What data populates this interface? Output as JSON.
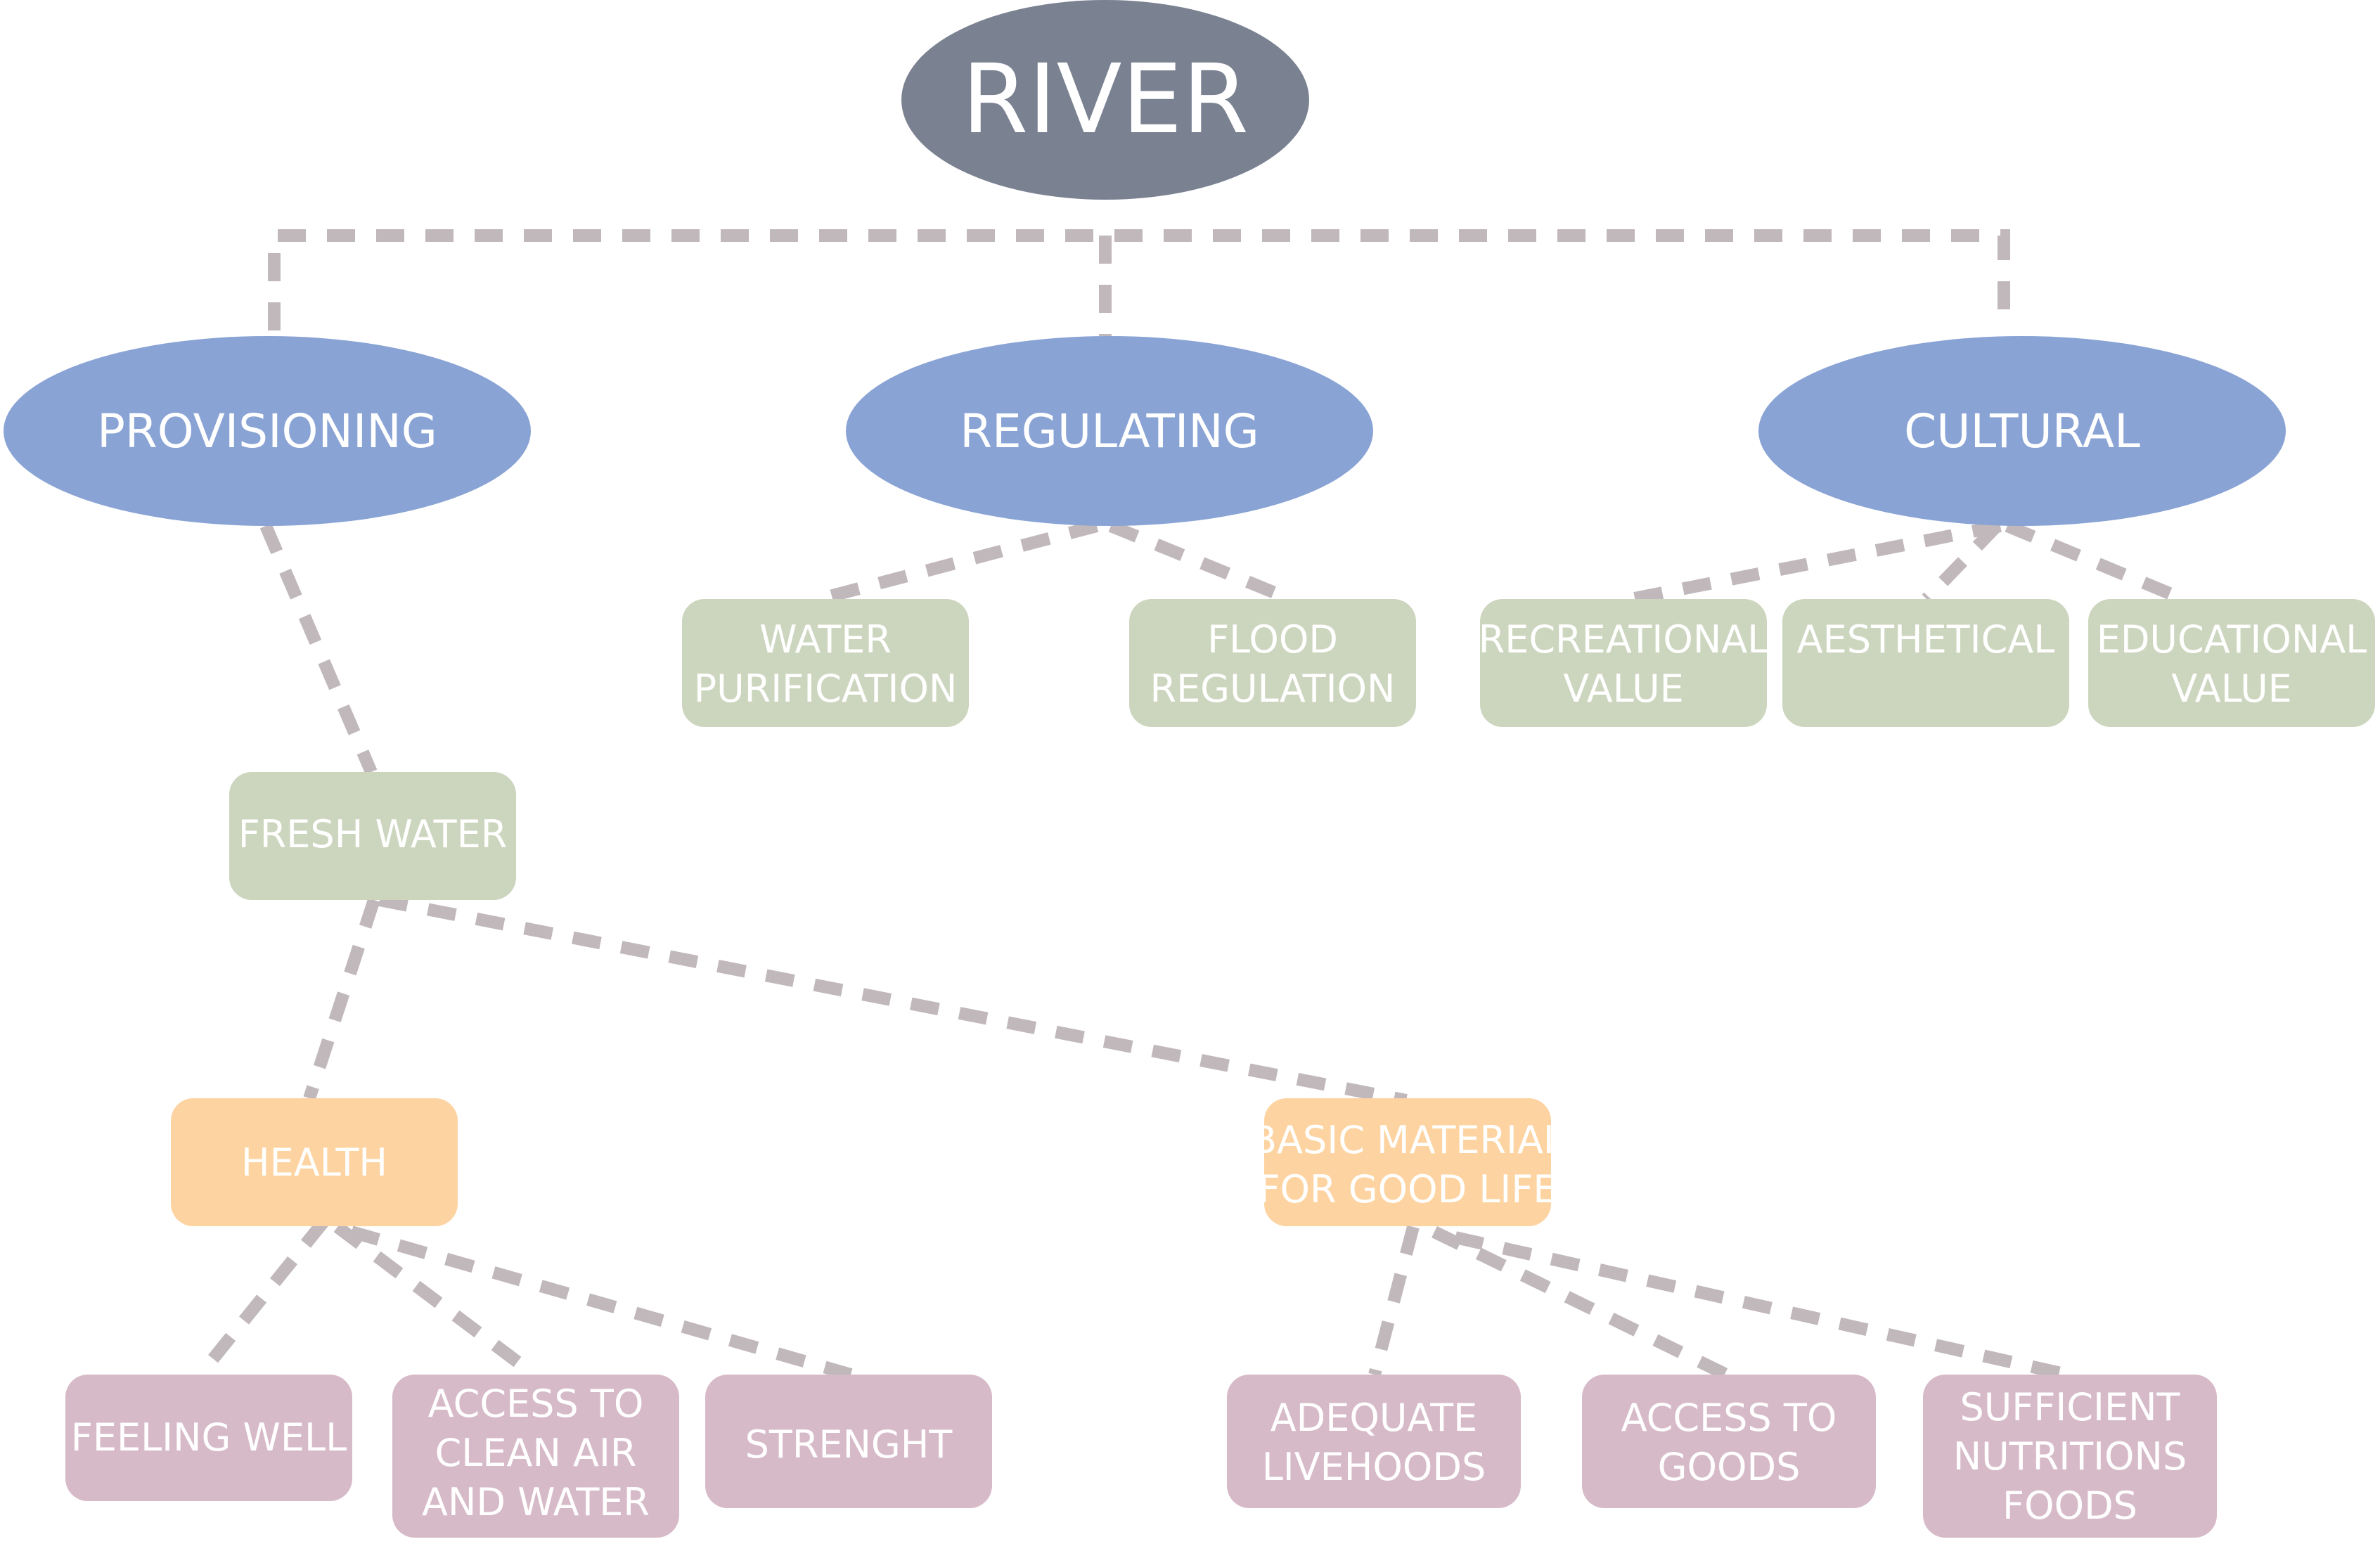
{
  "colors": {
    "root": "#7a8191",
    "category": "#89a3d5",
    "service": "#ccd6be",
    "benefit": "#fdd4a1",
    "outcome": "#d7bac8",
    "connector": "#c1b8bb"
  },
  "root": {
    "label": "RIVER"
  },
  "categories": [
    {
      "label": "PROVISIONING"
    },
    {
      "label": "REGULATING"
    },
    {
      "label": "CULTURAL"
    }
  ],
  "services": [
    {
      "lines": [
        "FRESH WATER"
      ]
    },
    {
      "lines": [
        "WATER",
        "PURIFICATION"
      ]
    },
    {
      "lines": [
        "FLOOD",
        "REGULATION"
      ]
    },
    {
      "lines": [
        "RECREATIONAL",
        "VALUE"
      ]
    },
    {
      "lines": [
        "AESTHETICAL"
      ]
    },
    {
      "lines": [
        "EDUCATIONAL",
        "VALUE"
      ]
    }
  ],
  "benefits": [
    {
      "lines": [
        "HEALTH"
      ]
    },
    {
      "lines": [
        "BASIC MATERIAL",
        "FOR GOOD LIFE"
      ]
    }
  ],
  "outcomes": [
    {
      "lines": [
        "FEELING WELL"
      ]
    },
    {
      "lines": [
        "ACCESS TO",
        "CLEAN AIR",
        "AND WATER"
      ]
    },
    {
      "lines": [
        "STRENGHT"
      ]
    },
    {
      "lines": [
        "ADEQUATE",
        "LIVEHOODS"
      ]
    },
    {
      "lines": [
        "ACCESS TO",
        "GOODS"
      ]
    },
    {
      "lines": [
        "SUFFICIENT",
        "NUTRITIONS",
        "FOODS"
      ]
    }
  ]
}
